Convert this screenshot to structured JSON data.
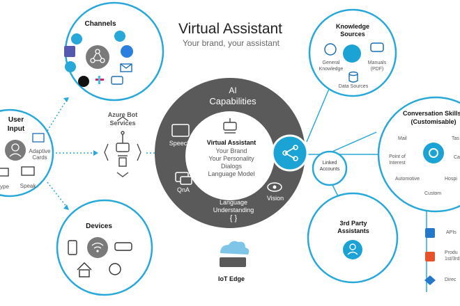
{
  "title": "Virtual Assistant",
  "subtitle": "Your brand, your assistant",
  "colors": {
    "accent": "#1aa3d4",
    "ring_dark": "#5a5a5a",
    "hub_gray": "#7a7a7a",
    "outline": "#28a8d8",
    "text_dark": "#111111"
  },
  "channels": {
    "title": "Channels",
    "icons": [
      "people-hub-icon",
      "teams-icon",
      "skype-icon",
      "messenger-icon",
      "skype-icon",
      "mail-icon",
      "dots-icon",
      "slack-icon",
      "chat-icon"
    ]
  },
  "user_input": {
    "title_line1": "User",
    "title_line2": "Input",
    "items": [
      "Adaptive Cards",
      "Speak",
      "ype"
    ]
  },
  "azure_bot": {
    "line1": "Azure Bot",
    "line2": "Services"
  },
  "devices": {
    "title": "Devices",
    "icons": [
      "phone-icon",
      "wifi-icon",
      "car-icon",
      "home-icon",
      "alarm-clock-icon"
    ]
  },
  "core": {
    "title_line1": "AI",
    "title_line2": "Capabilities",
    "speech": "Speech",
    "qna": "QnA",
    "vision": "Vision",
    "lu_line1": "Language",
    "lu_line2": "Understanding",
    "lu_braces": "{ }",
    "inner_title": "Virtual Assistant",
    "inner_lines": [
      "Your Brand",
      "Your Personality",
      "Dialogs",
      "Language Model"
    ]
  },
  "iot": {
    "label": "IoT Edge"
  },
  "linked": {
    "line1": "Linked",
    "line2": "Accounts"
  },
  "knowledge": {
    "title_line1": "Knowledge",
    "title_line2": "Sources",
    "general_line1": "General",
    "general_line2": "Knowledge",
    "manuals_line1": "Manuals",
    "manuals_line2": "(PDF)",
    "data_sources": "Data Sources"
  },
  "conversation": {
    "title_line1": "Conversation Skills",
    "title_line2": "(Customisable)",
    "items": [
      "Mail",
      "Tas",
      "Point of",
      "Interest",
      "Ca",
      "Automotive",
      "Hospi",
      "Custom"
    ]
  },
  "third_party": {
    "line1": "3rd Party",
    "line2": "Assistants"
  },
  "right_list": [
    "APIs",
    "Produ",
    "1st/3rd",
    "Direc"
  ]
}
